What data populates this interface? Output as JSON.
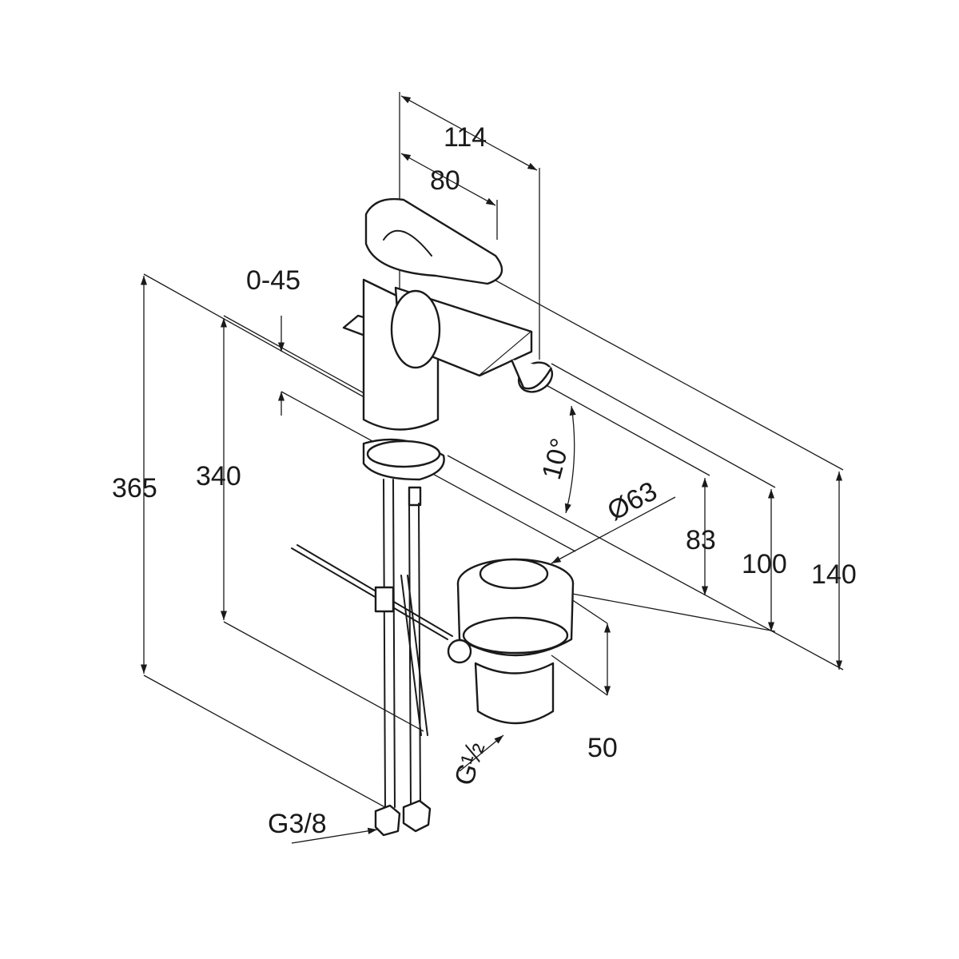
{
  "drawing": {
    "title": "Bidet mixer dimension drawing",
    "dimensions": {
      "d114": "114",
      "d80": "80",
      "angle_lever": "0-45",
      "d365": "365",
      "d340": "340",
      "angle_spout": "10°",
      "dia63": "Ø63",
      "d83": "83",
      "d100": "100",
      "d140": "140",
      "d50": "50",
      "thread_waste": "G½",
      "thread_hoses": "G3/8"
    }
  }
}
